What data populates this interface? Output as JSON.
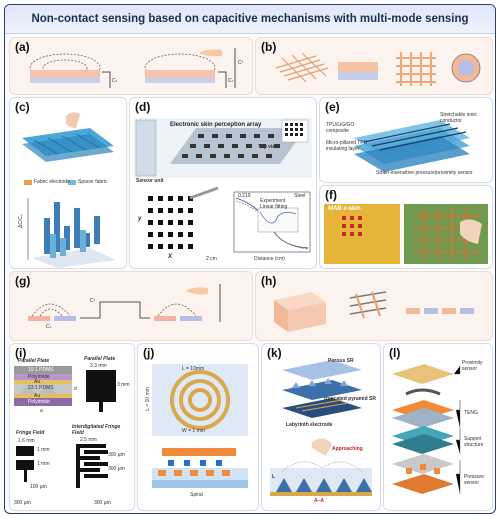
{
  "title": "Non-contact sensing based on capacitive mechanisms with multi-mode sensing",
  "panels": {
    "a": {
      "label": "(a)",
      "cs1": "Cₛ",
      "cs2": "Cₛ",
      "cf": "Cᶠ"
    },
    "b": {
      "label": "(b)"
    },
    "c": {
      "label": "(c)",
      "legend_fabric": "Fabric electrode",
      "legend_spacer": "Spacer fabric",
      "yaxis": "ΔC/C₀"
    },
    "d": {
      "label": "(d)",
      "array_title": "Electronic skin perception array",
      "top_view": "Top view",
      "sensor_unit": "Sensor unit",
      "x_label": "X",
      "y_label": "y",
      "scale": "2 cm",
      "plot_label": "Steel",
      "plot_value": "0.219",
      "legend_exp": "Experiment",
      "legend_fit": "Linear fitting",
      "plot_x": "Distance (cm)"
    },
    "e": {
      "label": "(e)",
      "l1": "TPU/LiG/GO composite",
      "l2": "Micro-pillared TPU insulating layer",
      "l3": "Stretchable ionic conductor",
      "l4": "Strain-insensitive pressure/proximity sensor"
    },
    "f": {
      "label": "(f)",
      "badge": "MAB e-skin"
    },
    "g": {
      "label": "(g)",
      "cs": "Cₛ",
      "cf": "Cᶠ"
    },
    "h": {
      "label": "(h)"
    },
    "i": {
      "label": "(i)",
      "pp_title": "Parallel Plate",
      "pp_layers": [
        "10:1 PDMS",
        "Polyimide",
        "Au",
        "23:1 PDMS",
        "Au",
        "Polyimide"
      ],
      "pp_a": "a",
      "pp_d": "d",
      "pp2_title": "Parallel Plate",
      "pp2_w": "3.3 mm",
      "pp2_h": "3 mm",
      "ff_title": "Fringe Field",
      "ff_w": "1.6 mm",
      "ff_h1": "1 mm",
      "ff_h2": "1 mm",
      "ff_gap": "100 µm",
      "ff_scale": "300 µm",
      "iff_title": "Interdigitated Fringe Field",
      "iff_w": "2.5 mm",
      "iff_g1": "300 µm",
      "iff_g2": "300 µm",
      "iff_scale": "300 µm"
    },
    "j": {
      "label": "(j)",
      "L": "L = 10mm",
      "L_side": "L = 10 mm",
      "W": "W = 1 mm",
      "spiral": "Spiral"
    },
    "k": {
      "label": "(k)",
      "porous": "Porous SR",
      "trunc": "truncated pyramid SR",
      "laby": "Labyrinth electrode",
      "approach": "Approaching",
      "aa": "A–A",
      "li": "L"
    },
    "l": {
      "label": "(l)",
      "proximity": "Proximity sensor",
      "teng": "TENG",
      "support": "Support structure",
      "pressure": "Pressure sensor"
    }
  },
  "colors": {
    "accent_pink": "#fdf3ee",
    "panel_border": "#d9dde6",
    "title_bg": "#dfe6f7",
    "teal": "#3fa0c9",
    "orange": "#f08a38",
    "gold": "#d9a545"
  }
}
